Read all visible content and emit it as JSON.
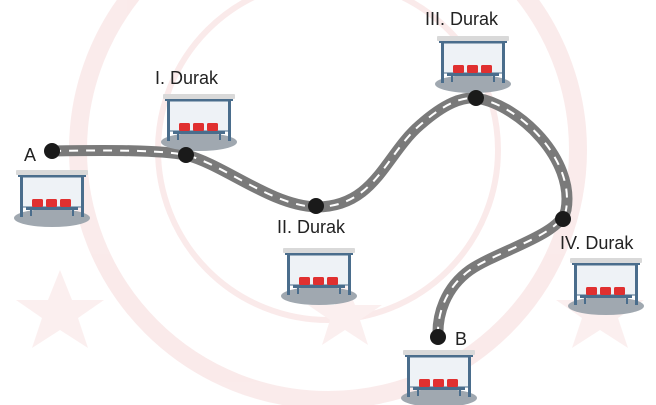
{
  "points": {
    "start": "A",
    "end": "B"
  },
  "stops": [
    {
      "label": "I. Durak"
    },
    {
      "label": "II. Durak"
    },
    {
      "label": "III. Durak"
    },
    {
      "label": "IV. Durak"
    }
  ],
  "colors": {
    "road": "#7a7a7a",
    "road_dash": "#ffffff",
    "node": "#1a1a1a",
    "seat": "#e03030",
    "shelter_frame": "#4a6d8c",
    "shelter_glass": "#eef2f6",
    "shelter_roof": "#d9d9d9",
    "shadow": "#a0a8b0",
    "watermark": "#f6dada"
  }
}
